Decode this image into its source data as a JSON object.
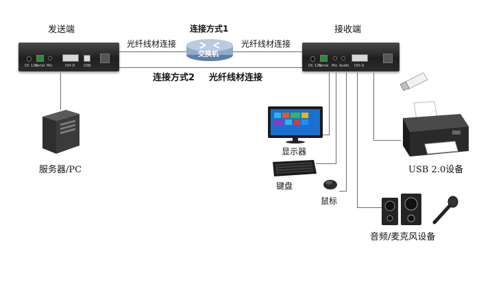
{
  "sender": {
    "label": "发送端",
    "ports": {
      "dc": "DC 12V",
      "serial": "Serial",
      "mic": "Mic",
      "dvi": "DVI-D",
      "usb": "USB"
    }
  },
  "receiver": {
    "label": "接收端",
    "ports": {
      "dc": "DC 12V",
      "serial": "Serial",
      "mic": "Mic",
      "audio": "Audio",
      "dvi": "DVI-D"
    }
  },
  "connections": {
    "method1": "连接方式1",
    "method2": "连接方式2",
    "fiber_left": "光纤线材连接",
    "fiber_right": "光纤线材连接",
    "fiber_bottom": "光纤线材连接"
  },
  "switch": {
    "label": "交换机"
  },
  "devices": {
    "server": "服务器/PC",
    "monitor": "显示器",
    "keyboard": "键盘",
    "mouse": "鼠标",
    "usb": "USB 2.0设备",
    "audio": "音频/麦克风设备"
  },
  "colors": {
    "line": "#6a6a6a",
    "device_body": "#2a2a2a",
    "switch_body": "#8fa9c6",
    "screen": "#1a6fd1"
  }
}
